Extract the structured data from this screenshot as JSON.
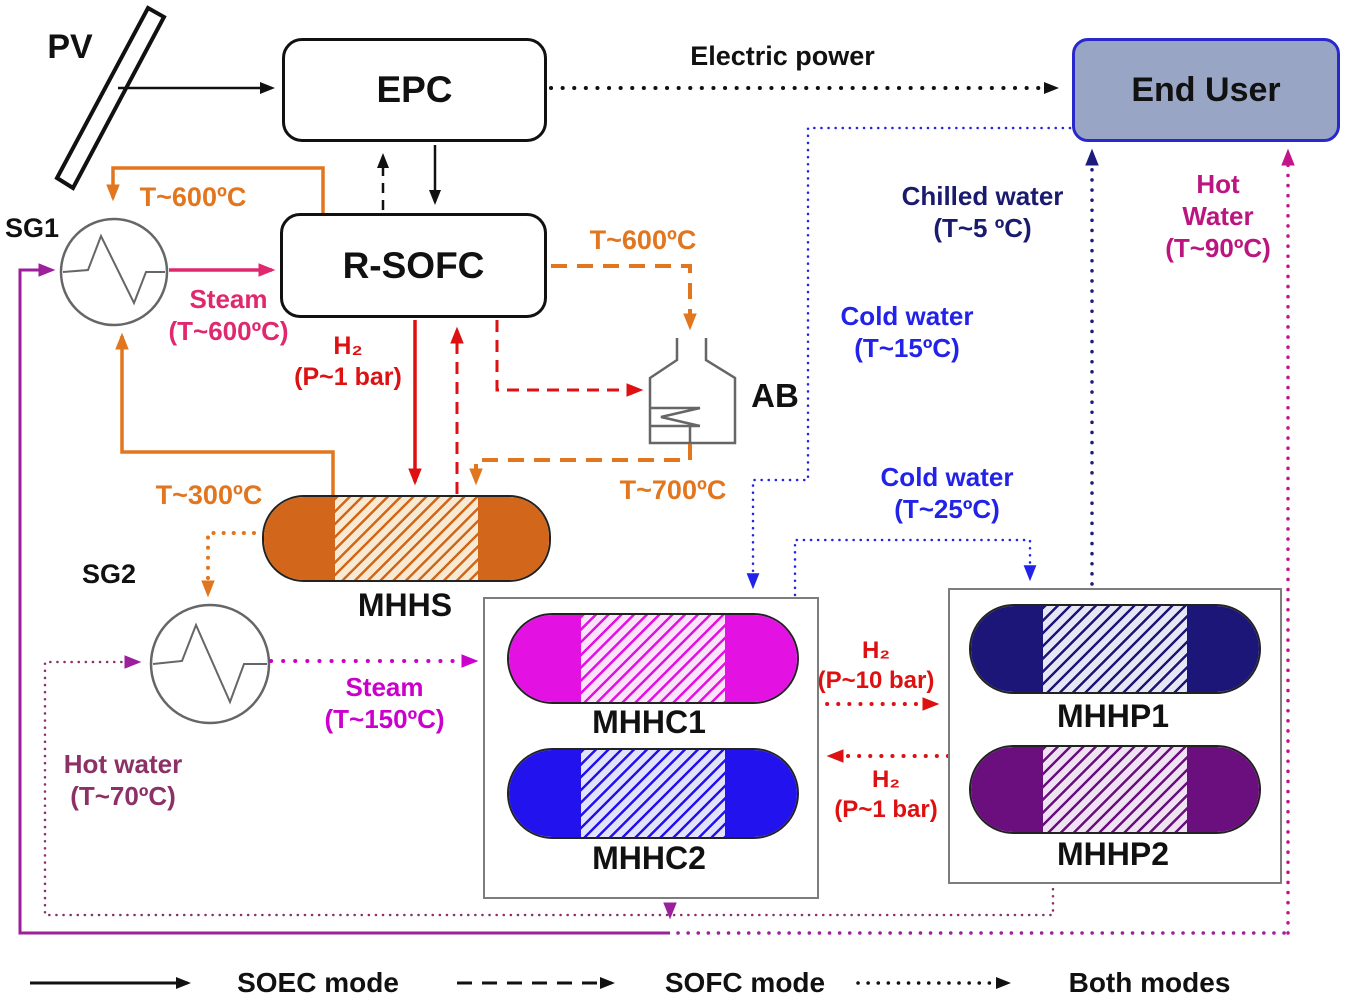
{
  "diagram": {
    "title_domain": "PV / R-SOFC metal-hydride energy system schematic",
    "nodes": {
      "pv": {
        "label": "PV"
      },
      "epc": {
        "label": "EPC"
      },
      "end_user": {
        "label": "End User"
      },
      "sg1": {
        "label": "SG1"
      },
      "sg2": {
        "label": "SG2"
      },
      "rsofc": {
        "label": "R-SOFC"
      },
      "ab": {
        "label": "AB"
      },
      "mhhs": {
        "label": "MHHS"
      },
      "mhhc1": {
        "label": "MHHC1"
      },
      "mhhc2": {
        "label": "MHHC2"
      },
      "mhhp1": {
        "label": "MHHP1"
      },
      "mhhp2": {
        "label": "MHHP2"
      }
    },
    "streams": {
      "electric_power": {
        "text": "Electric power",
        "color": "#111111"
      },
      "t600_to_sg1": {
        "text": "T~600ºC",
        "color": "#e2761f"
      },
      "steam_600": {
        "line1": "Steam",
        "line2": "(T~600ºC)",
        "color": "#e0286e"
      },
      "h2_1bar": {
        "line1": "H₂",
        "line2": "(P~1 bar)",
        "color": "#dd1111"
      },
      "t600_to_ab": {
        "text": "T~600ºC",
        "color": "#e2761f"
      },
      "t700": {
        "text": "T~700ºC",
        "color": "#e2761f"
      },
      "t300": {
        "text": "T~300ºC",
        "color": "#e2761f"
      },
      "steam_150": {
        "line1": "Steam",
        "line2": "(T~150ºC)",
        "color": "#cc00cc"
      },
      "hot_water_70": {
        "line1": "Hot water",
        "line2": "(T~70ºC)",
        "color": "#8b3166"
      },
      "chilled_water_5": {
        "line1": "Chilled water",
        "line2": "(T~5 ºC)",
        "color": "#1a1a6e"
      },
      "cold_water_15": {
        "line1": "Cold water",
        "line2": "(T~15ºC)",
        "color": "#2222e8"
      },
      "cold_water_25": {
        "line1": "Cold water",
        "line2": "(T~25ºC)",
        "color": "#2222e8"
      },
      "hot_water_90": {
        "line1": "Hot",
        "line2": "Water",
        "line3": "(T~90ºC)",
        "color": "#bb1680"
      },
      "h2_10bar": {
        "line1": "H₂",
        "line2": "(P~10 bar)",
        "color": "#dd1111"
      },
      "h2_1bar_return": {
        "line1": "H₂",
        "line2": "(P~1 bar)",
        "color": "#dd1111"
      }
    },
    "legend": {
      "soec": "SOEC mode",
      "sofc": "SOFC mode",
      "both": "Both modes"
    },
    "colors": {
      "orange": "#e2761f",
      "red": "#dd1111",
      "crimson_steam": "#e0286e",
      "purple_line": "#9c1f9c",
      "mauve_hot70": "#8b3166",
      "magenta_steam150": "#cc00cc",
      "blue_cold": "#2222e8",
      "navy_chilled": "#1c1c7e",
      "magenta_hot90": "#c4148c",
      "mhhs_cap": "#d2671c",
      "mhhc1_cap": "#e312e3",
      "mhhc2_cap": "#2213ee",
      "mhhp1_cap": "#1c1678",
      "mhhp2_cap": "#6c0f7e",
      "end_user_fill": "#99a5c4",
      "end_user_border": "#2828cc"
    }
  }
}
